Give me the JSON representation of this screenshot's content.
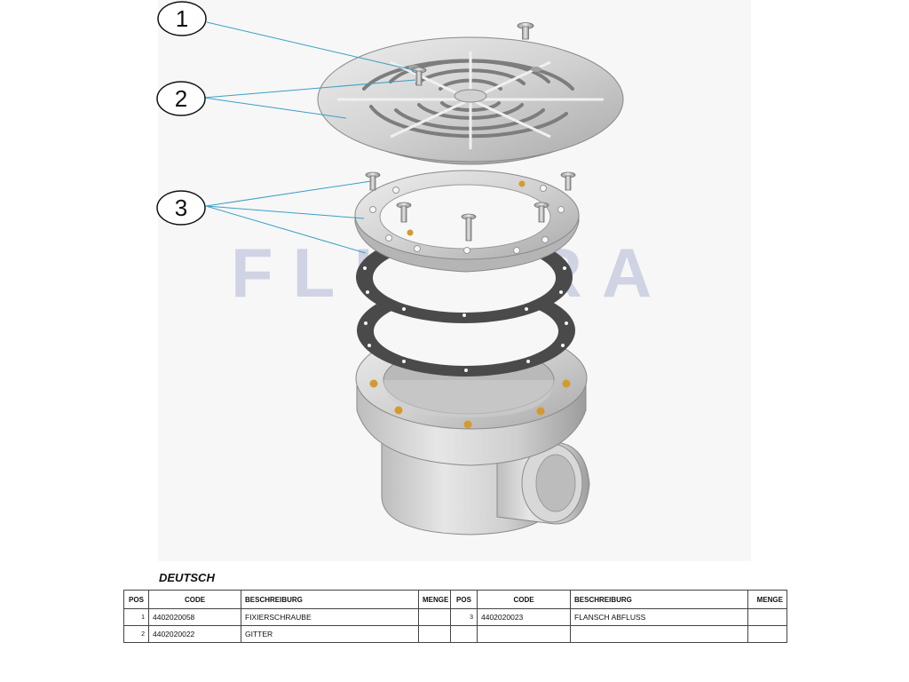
{
  "watermark": "FLUIDRA",
  "callouts": [
    {
      "label": "1",
      "part": "fixing-screw"
    },
    {
      "label": "2",
      "part": "grating"
    },
    {
      "label": "3",
      "part": "drain-flange"
    }
  ],
  "colors": {
    "leader": "#3a9fc4",
    "plastic": "#c9c9c9",
    "gasket": "#4a4a4a",
    "brass": "#d59a2e"
  },
  "section_title": "DEUTSCH",
  "table": {
    "headers": {
      "pos": "POS",
      "code": "CODE",
      "beschreibung": "BESCHREIBURG",
      "menge": "MENGE"
    },
    "rows": [
      {
        "left": {
          "pos": "1",
          "code": "4402020058",
          "desc": "FIXIERSCHRAUBE",
          "menge": ""
        },
        "right": {
          "pos": "3",
          "code": "4402020023",
          "desc": "FLANSCH ABFLUSS",
          "menge": ""
        }
      },
      {
        "left": {
          "pos": "2",
          "code": "4402020022",
          "desc": "GITTER",
          "menge": ""
        },
        "right": {
          "pos": "",
          "code": "",
          "desc": "",
          "menge": ""
        }
      }
    ]
  }
}
